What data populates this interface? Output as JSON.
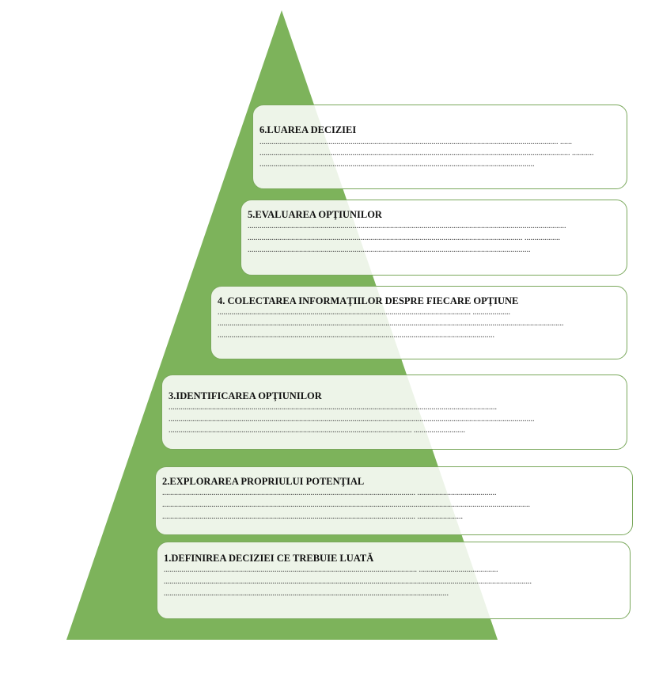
{
  "colors": {
    "pyramid": "#7db35b",
    "box_border": "#7aa85c"
  },
  "steps": [
    {
      "title": "6.LUAREA DECIZIEI",
      "lines": [
        "....................................................................................................................................................... ......",
        "............................................................................................................................................................. ...........",
        "..........................................................................................................................................."
      ]
    },
    {
      "title": "5.EVALUAREA OPŢIUNILOR",
      "lines": [
        ".................................................................................................................................................................",
        "........................................................................................................................................... ..................",
        "..............................................................................................................................................."
      ]
    },
    {
      "title": "4. COLECTAREA INFORMAŢIILOR  DESPRE FIECARE OPŢIUNE",
      "lines": [
        "................................................................................................................................ ...................",
        "...............................................................................................................................................................................",
        "............................................................................................................................................"
      ]
    },
    {
      "title": "3.IDENTIFICAREA OPŢIUNILOR",
      "lines": [
        "......................................................................................................................................................................",
        ".........................................................................................................................................................................................",
        "........................................................................................................................... .........................."
      ]
    },
    {
      "title": "2.EXPLORAREA PROPRIULUI POTENŢIAL",
      "lines": [
        "................................................................................................................................ ........................................",
        "..........................................................................................................................................................................................",
        "................................................................................................................................ ......................."
      ]
    },
    {
      "title": "1.DEFINIREA DECIZIEI CE TREBUIE LUATĂ",
      "lines": [
        "................................................................................................................................ ........................................",
        "..........................................................................................................................................................................................",
        "................................................................................................................................................"
      ]
    }
  ]
}
